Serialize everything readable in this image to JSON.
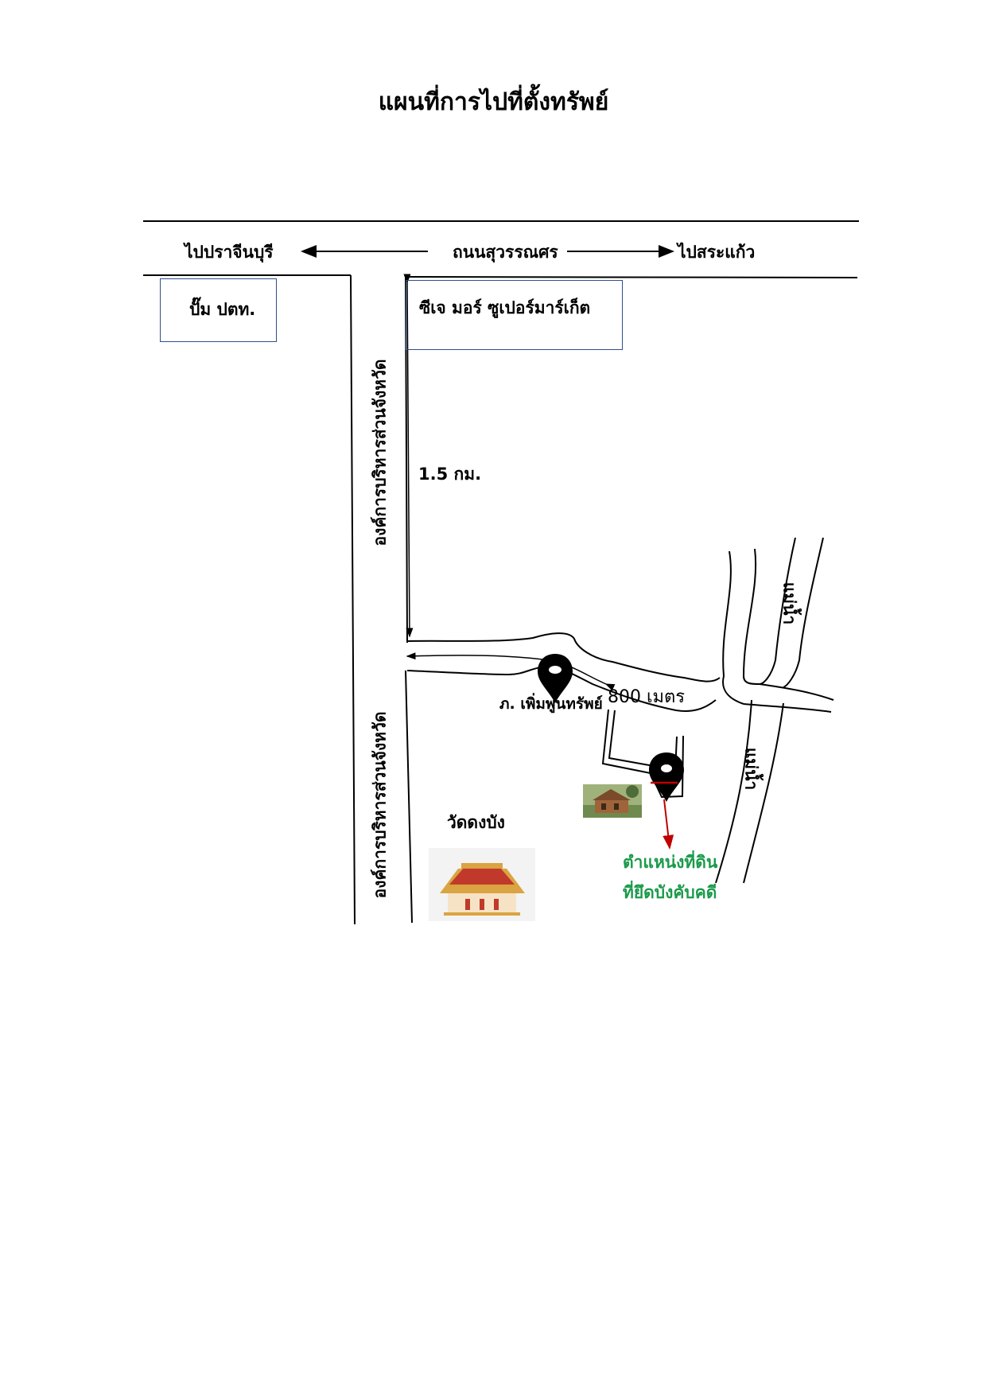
{
  "title": "แผนที่การไปที่ตั้งทรัพย์",
  "roads": {
    "main_road": "ถนนสุวรรณศร",
    "to_west": "ไปปราจีนบุรี",
    "to_east": "ไปสระแก้ว",
    "side_road_upper": "องค์การบริหารส่วนจังหวัด",
    "side_road_lower": "องค์การบริหารส่วนจังหวัด"
  },
  "landmarks": {
    "gas_station": "ปั๊ม ปตท.",
    "supermarket": "ซีเจ มอร์ ซูเปอร์มาร์เก็ต",
    "temple": "วัดดงบัง",
    "shop": "ภ. เพิ่มพูนทรัพย์"
  },
  "distances": {
    "side_road": "1.5 กม.",
    "lane": "800 เมตร"
  },
  "rivers": {
    "upper": "แม่น้ำ",
    "lower": "แม่น้ำ"
  },
  "target": {
    "line1": "ตำแหน่งที่ดิน",
    "line2": "ที่ยึดบังคับคดี"
  },
  "colors": {
    "box_border": "#2f4f8a",
    "target_text": "#1a9a4a",
    "target_arrow": "#c00000",
    "temple_roof": "#c0392b"
  },
  "icons": [
    "location-pin-icon",
    "temple-icon",
    "house-photo-icon",
    "arrow-left-icon",
    "arrow-right-icon"
  ]
}
